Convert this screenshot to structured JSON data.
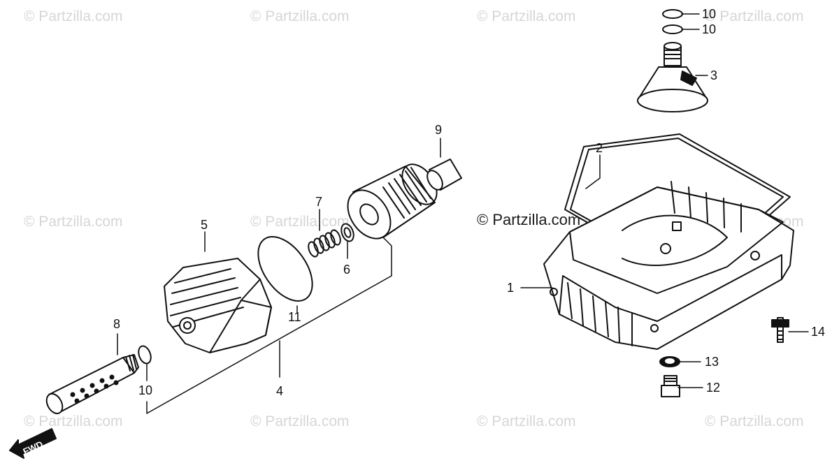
{
  "watermark": "© Partzilla.com",
  "center_copyright": "© Partzilla.com",
  "fwd_label": "FWD",
  "callouts": {
    "c1": "1",
    "c2": "2",
    "c3": "3",
    "c4": "4",
    "c5": "5",
    "c6": "6",
    "c7": "7",
    "c8": "8",
    "c9": "9",
    "c10a": "10",
    "c10b": "10",
    "c10c": "10",
    "c11": "11",
    "c12": "12",
    "c13": "13",
    "c14": "14"
  },
  "colors": {
    "ink": "#111111",
    "watermark": "#d6d6d6",
    "background": "#ffffff"
  }
}
